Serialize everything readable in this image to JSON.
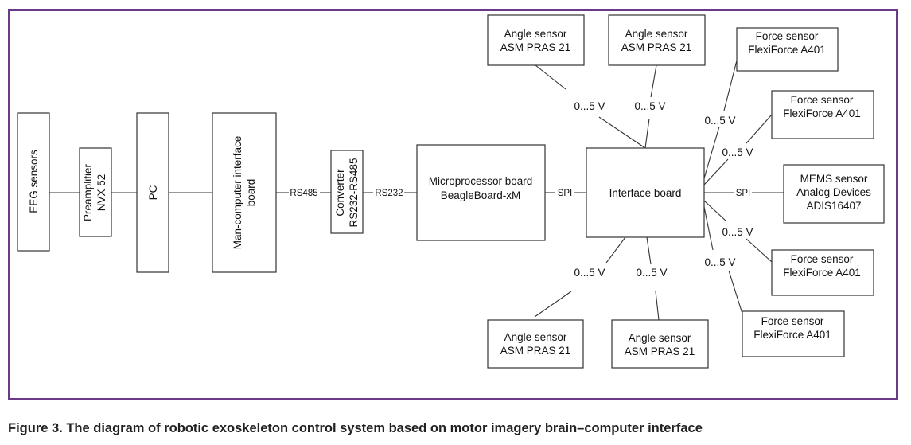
{
  "nodes": {
    "eeg": [
      "EEG sensors"
    ],
    "preamp": [
      "Preamplifier",
      "NVX 52"
    ],
    "pc": [
      "PC"
    ],
    "mci": [
      "Man-computer interface",
      "board"
    ],
    "conv": [
      "Converter",
      "RS232-RS485"
    ],
    "mpu": [
      "Microprocessor board",
      "BeagleBoard-xM"
    ],
    "iface": [
      "Interface board"
    ],
    "mems": [
      "MEMS sensor",
      "Analog Devices",
      "ADIS16407"
    ],
    "angle_tl": [
      "Angle sensor",
      "ASM PRAS 21"
    ],
    "angle_tr": [
      "Angle sensor",
      "ASM PRAS 21"
    ],
    "angle_bl": [
      "Angle sensor",
      "ASM PRAS 21"
    ],
    "angle_br": [
      "Angle sensor",
      "ASM PRAS 21"
    ],
    "force_1": [
      "Force sensor",
      "FlexiForce A401"
    ],
    "force_2": [
      "Force sensor",
      "FlexiForce A401"
    ],
    "force_3": [
      "Force sensor",
      "FlexiForce A401"
    ],
    "force_4": [
      "Force sensor",
      "FlexiForce A401"
    ]
  },
  "links": {
    "mci_conv": "RS485",
    "conv_mpu": "RS232",
    "mpu_iface": "SPI",
    "iface_mems": "SPI",
    "voltage": "0...5 V"
  },
  "caption": "Figure 3. The diagram of robotic exoskeleton control system based on motor imagery brain–computer interface",
  "colors": {
    "frame": "#6b3a86",
    "stroke": "#333333"
  }
}
